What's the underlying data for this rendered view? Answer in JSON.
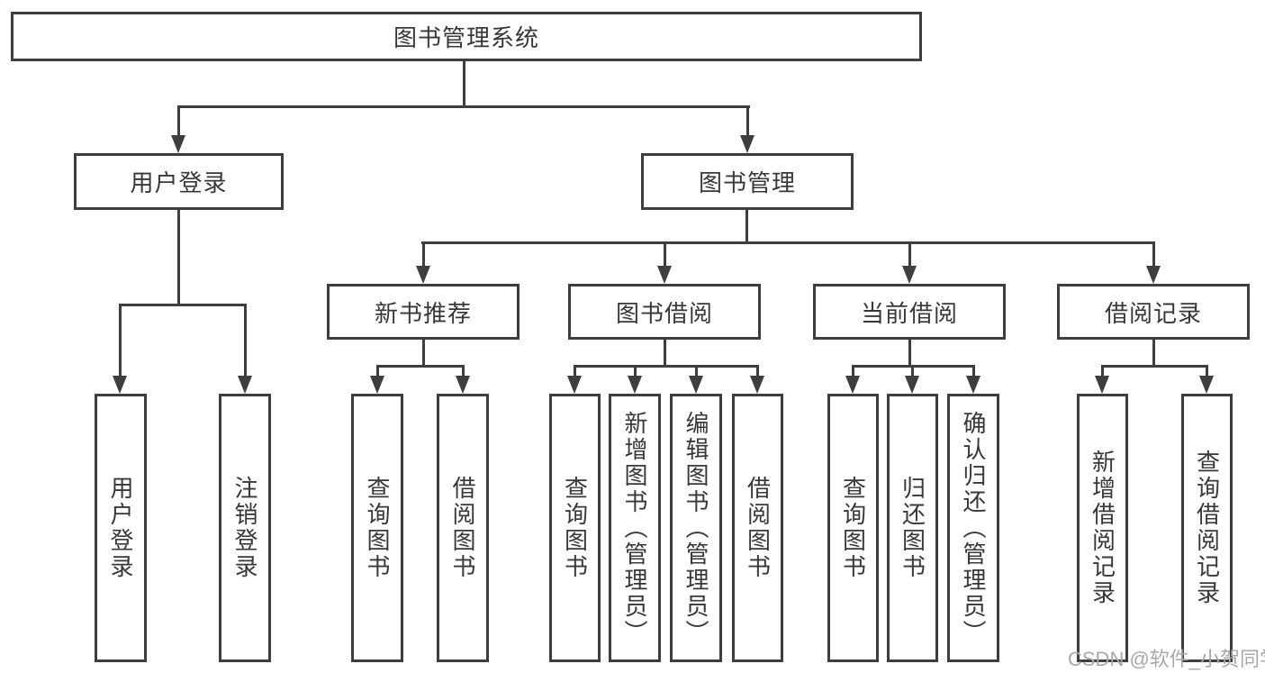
{
  "diagram": {
    "root": {
      "label": "图书管理系统"
    },
    "login": {
      "label": "用户登录",
      "children": [
        {
          "label": "用户登录"
        },
        {
          "label": "注销登录"
        }
      ]
    },
    "mgmt": {
      "label": "图书管理",
      "children": [
        {
          "label": "新书推荐",
          "children": [
            {
              "label": "查询图书"
            },
            {
              "label": "借阅图书"
            }
          ]
        },
        {
          "label": "图书借阅",
          "children": [
            {
              "label": "查询图书"
            },
            {
              "label": "新增图书（管理员）"
            },
            {
              "label": "编辑图书（管理员）"
            },
            {
              "label": "借阅图书"
            }
          ]
        },
        {
          "label": "当前借阅",
          "children": [
            {
              "label": "查询图书"
            },
            {
              "label": "归还图书"
            },
            {
              "label": "确认归还（管理员）"
            }
          ]
        },
        {
          "label": "借阅记录",
          "children": [
            {
              "label": "新增借阅记录"
            },
            {
              "label": "查询借阅记录"
            }
          ]
        }
      ]
    },
    "watermark": {
      "text": "CSDN @软件_小贺同学"
    },
    "colors": {
      "line": "#3e3e3e",
      "text": "#383838",
      "background": "#ffffff",
      "watermark": "#a8a8ac"
    }
  }
}
